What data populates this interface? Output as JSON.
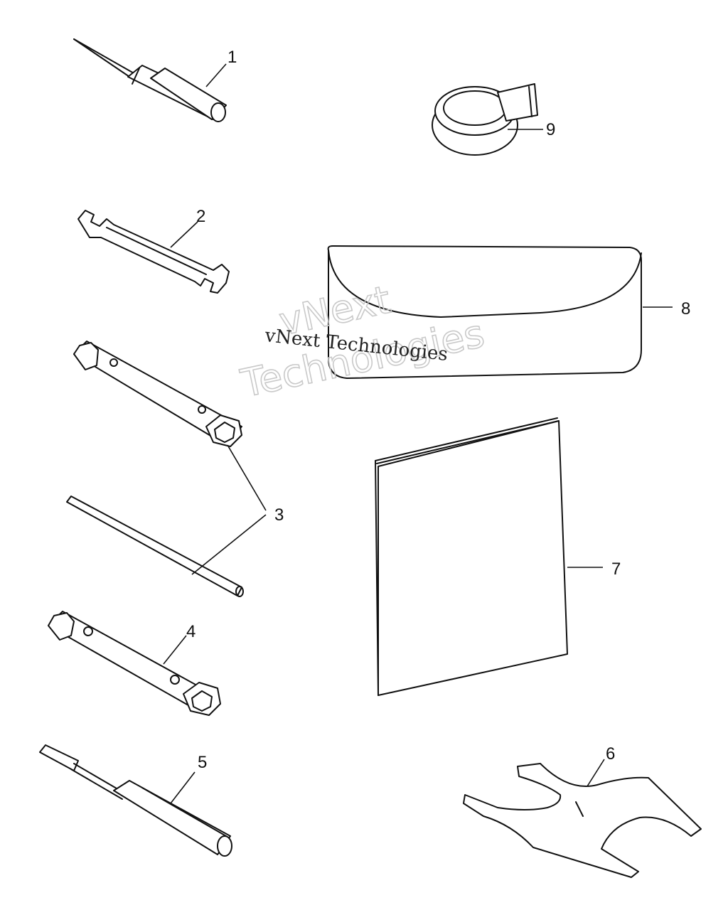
{
  "callouts": {
    "c1": "1",
    "c2": "2",
    "c3": "3",
    "c4": "4",
    "c5": "5",
    "c6": "6",
    "c7": "7",
    "c8": "8",
    "c9": "9"
  },
  "watermark": {
    "outline_line1": "vNext",
    "outline_line2": "Technologies",
    "small_text": "vNext Technologies"
  }
}
